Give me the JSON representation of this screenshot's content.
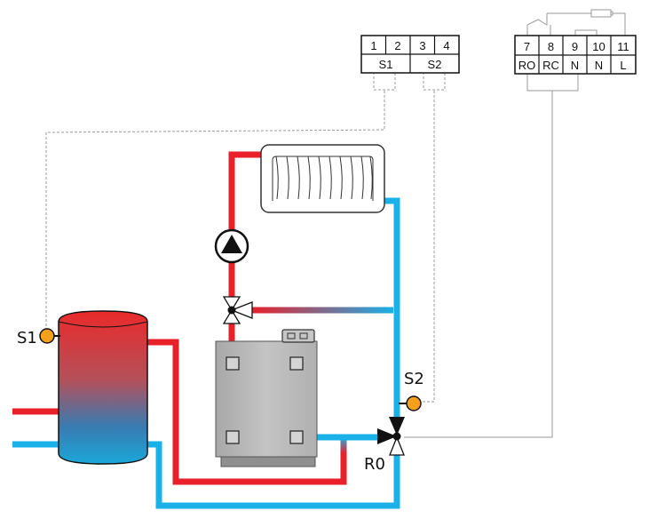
{
  "labels": {
    "s1": "S1",
    "s2": "S2",
    "r0": "R0"
  },
  "sensor_terminal": {
    "numbers": [
      "1",
      "2",
      "3",
      "4"
    ],
    "groups": [
      "S1",
      "S2"
    ]
  },
  "relay_terminal": {
    "numbers": [
      "7",
      "8",
      "9",
      "10",
      "11"
    ],
    "names": [
      "RO",
      "RC",
      "N",
      "N",
      "L"
    ]
  },
  "colors": {
    "hot": "#e8202a",
    "cold": "#1ab0e8",
    "sensor": "#f5a01a",
    "boiler": "#b9b9b9",
    "wire": "#9a9a9a"
  }
}
